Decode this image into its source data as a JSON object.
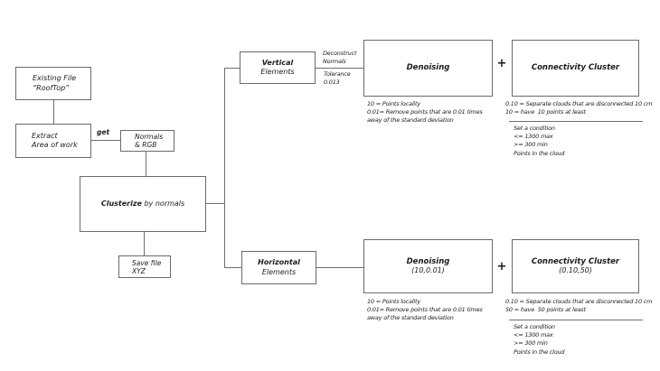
{
  "colors": {
    "border": "#6a6a6a",
    "line": "#6e6e6e",
    "text": "#1c1c1c",
    "background": "#ffffff"
  },
  "boxes": {
    "existing_file": {
      "line1": "Existing File",
      "line2": "“RoofTop”"
    },
    "extract": {
      "line1": "Extract",
      "line2": "Area of work"
    },
    "normals": {
      "line1": "Normals",
      "line2": "& RGB"
    },
    "clusterize": {
      "bold": "Clusterize",
      "rest": " by normals"
    },
    "save_file": {
      "line1": "Save file",
      "line2": "XYZ"
    },
    "vertical_elements": {
      "line1": "Vertical",
      "line2": "Elements"
    },
    "horizontal_elements": {
      "line1": "Horizontal",
      "line2": "Elements"
    },
    "denoising_top": {
      "title": "Denoising"
    },
    "connectivity_top": {
      "title": "Connectivity Cluster"
    },
    "denoising_bottom": {
      "title": "Denoising",
      "params": "(10,0.01)"
    },
    "connectivity_bottom": {
      "title": "Connectivity Cluster",
      "params": "(0.10,50)"
    }
  },
  "edge_labels": {
    "get": "get",
    "deconstruct": [
      "Deconstruct",
      "Normals"
    ],
    "tolerance": [
      "Tolerance",
      "0.013"
    ],
    "plus": "+"
  },
  "notes": {
    "denoising": [
      "10 = Points locality",
      "0.01= Remove points that are 0.01 times",
      "away of the standard deviation"
    ],
    "connectivity_top": [
      "0.10 = Separate clouds that are disconnected 10 cm",
      "10 = have  10 points at least"
    ],
    "connectivity_bottom": [
      "0.10 = Separate clouds that are disconnected 10 cm",
      "50 = have  50 points at least"
    ],
    "condition": [
      "Set a condition",
      "<= 1300 max",
      ">= 300 min",
      "Points in the cloud"
    ]
  }
}
